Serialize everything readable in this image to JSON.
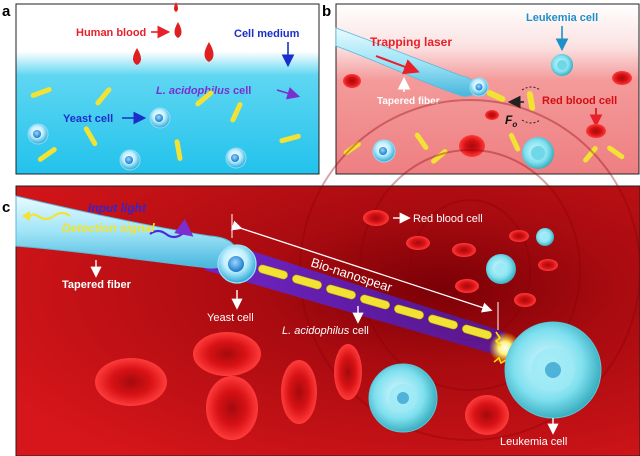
{
  "panel_a": {
    "letter": "a",
    "human_blood": "Human blood",
    "cell_medium": "Cell medium",
    "lacidophilus_italic": "L. acidophilus",
    "lacidophilus_rest": " cell",
    "yeast": "Yeast cell"
  },
  "panel_b": {
    "letter": "b",
    "trapping_laser": "Trapping laser",
    "leukemia": "Leukemia cell",
    "tapered_fiber": "Tapered fiber",
    "red_blood": "Red blood cell",
    "force_main": "F",
    "force_sub": "o"
  },
  "panel_c": {
    "letter": "c",
    "input_light": "Input light",
    "detection_signal": "Detection signal",
    "tapered_fiber": "Tapered fiber",
    "yeast": "Yeast cell",
    "lacidophilus_italic": "L. acidophilus",
    "lacidophilus_rest": " cell",
    "bio_nanospear": "Bio-nanospear",
    "red_blood": "Red blood cell",
    "leukemia": "Leukemia cell"
  },
  "colors": {
    "label_red": "#e8202a",
    "label_blue": "#1a2fc9",
    "label_purple": "#7b2fd0",
    "label_cyan": "#1f8fc9",
    "bacteria_yellow": "#f2e233",
    "blood_red": "#d40f12"
  }
}
